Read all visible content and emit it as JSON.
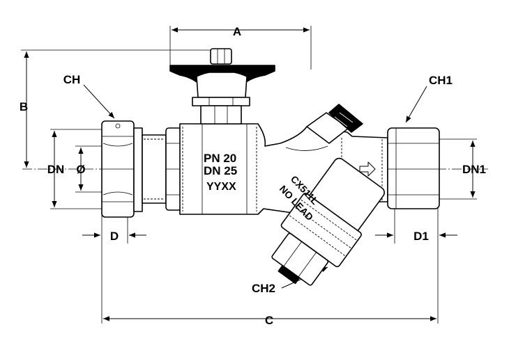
{
  "labels": {
    "a": "A",
    "b": "B",
    "c": "C",
    "d": "D",
    "d1": "D1",
    "dn": "DN",
    "dn1": "DN1",
    "dia": "Ø",
    "ch": "CH",
    "ch1": "CH1",
    "ch2": "CH2"
  },
  "body_marking": {
    "pn": "PN 20",
    "dn": "DN 25",
    "date_code": "YYXX",
    "model": "CX511L",
    "no_lead": "NO LEAD"
  },
  "colors": {
    "ink": "#000000",
    "paper": "#ffffff"
  }
}
